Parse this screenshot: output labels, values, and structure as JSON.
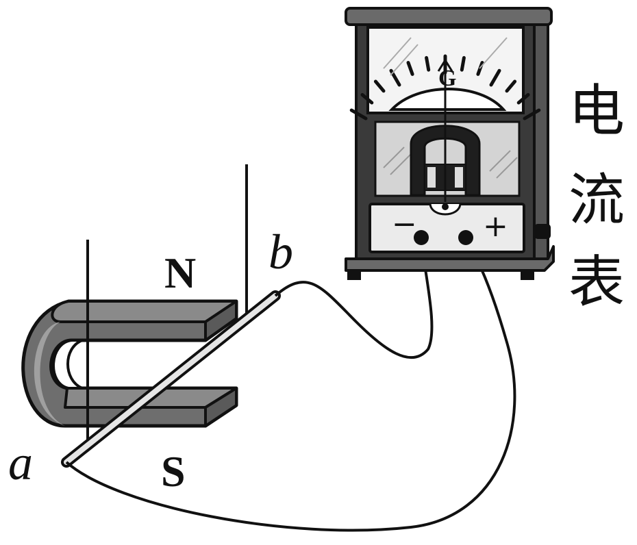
{
  "labels": {
    "north_pole": "N",
    "south_pole": "S",
    "rod_end_a": "a",
    "rod_end_b": "b",
    "galvanometer_symbol": "G",
    "minus_sign": "−",
    "plus_sign": "+",
    "meter_caption": [
      "电",
      "流",
      "表"
    ]
  },
  "colors": {
    "line": "#111111",
    "magnet_face": "#8a8a8a",
    "magnet_top": "#6e6e6e",
    "magnet_side": "#5a5a5a",
    "case_dark": "#3a3a3a",
    "panel_light": "#d4d4d4",
    "dial_face": "#f4f4f4"
  }
}
